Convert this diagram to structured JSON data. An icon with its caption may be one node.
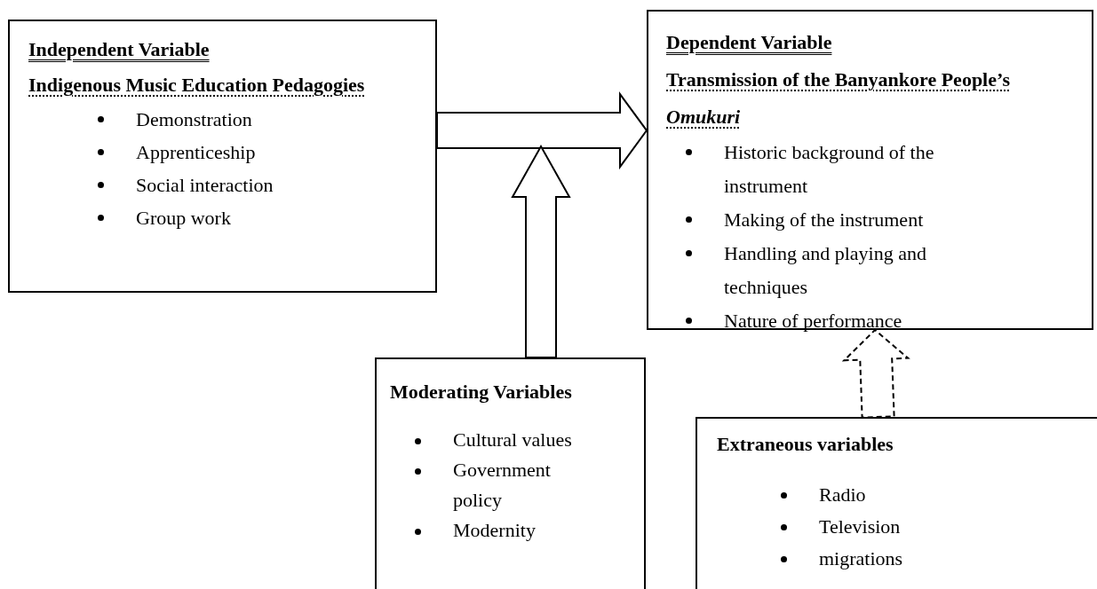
{
  "diagram": {
    "nodes": [
      {
        "text": [
          "Independent Variable",
          "Indigenous Music Education Pedagogies",
          "Demonstration",
          "Apprenticeship",
          "Social interaction",
          "Group work"
        ]
      },
      {
        "text": [
          "Dependent Variable",
          "Transmission of the Banyankore People’s *Omukuri*",
          "Historic background of the instrument",
          "Making of the instrument",
          "Handling and playing and techniques",
          "Nature of performance"
        ]
      },
      {
        "text": [
          "Moderating Variables",
          "Cultural values",
          "Government policy",
          "Modernity"
        ]
      },
      {
        "text": [
          "Extraneous variables",
          "Radio",
          "Television",
          "migrations"
        ]
      }
    ],
    "edges": [
      {
        "from": 0,
        "to": 1,
        "arrow": "to"
      },
      {
        "from": 2,
        "to": null,
        "arrow": "to"
      },
      {
        "from": 3,
        "to": 1,
        "arrow": "to",
        "style": "dashed"
      }
    ]
  }
}
